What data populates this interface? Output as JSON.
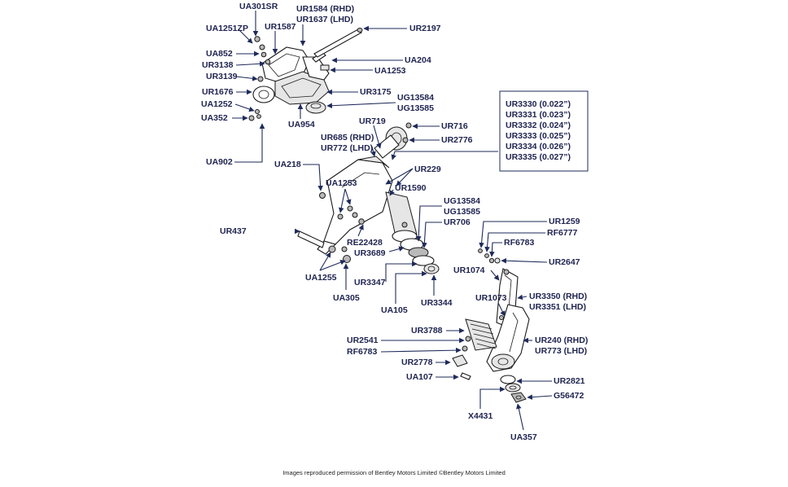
{
  "labels": {
    "UA301SR": "UA301SR",
    "UR1584": "UR1584 (RHD)",
    "UR1637": "UR1637 (LHD)",
    "UA1251ZP": "UA1251ZP",
    "UR1587": "UR1587",
    "UR2197": "UR2197",
    "UA852": "UA852",
    "UR3138": "UR3138",
    "UA204": "UA204",
    "UA1253_top": "UA1253",
    "UR3139": "UR3139",
    "UR1676": "UR1676",
    "UR3175": "UR3175",
    "UA1252": "UA1252",
    "UG13584_top": "UG13584",
    "UG13585_top": "UG13585",
    "UA352": "UA352",
    "UA954": "UA954",
    "UR719": "UR719",
    "UR716": "UR716",
    "UR685": "UR685 (RHD)",
    "UR772": "UR772 (LHD)",
    "UR2776": "UR2776",
    "UA902": "UA902",
    "UA218": "UA218",
    "UR229": "UR229",
    "UA1253_mid": "UA1253",
    "UR1590": "UR1590",
    "UG13584_mid": "UG13584",
    "UG13585_mid": "UG13585",
    "UR706": "UR706",
    "UR1259": "UR1259",
    "UR437": "UR437",
    "RF6777": "RF6777",
    "RE22428": "RE22428",
    "RF6783_top": "RF6783",
    "UR3689": "UR3689",
    "UR2647": "UR2647",
    "UR1074": "UR1074",
    "UA1255": "UA1255",
    "UR3347": "UR3347",
    "UR1073": "UR1073",
    "UR3350": "UR3350 (RHD)",
    "UR3351": "UR3351 (LHD)",
    "UA305": "UA305",
    "UA105": "UA105",
    "UR3344": "UR3344",
    "UR3788": "UR3788",
    "UR2541": "UR2541",
    "UR240": "UR240 (RHD)",
    "UR773": "UR773 (LHD)",
    "RF6783_bot": "RF6783",
    "UR2778": "UR2778",
    "UA107": "UA107",
    "UR2821": "UR2821",
    "G56472": "G56472",
    "X4431": "X4431",
    "UA357": "UA357"
  },
  "spec_box": {
    "lines": [
      "UR3330 (0.022”)",
      "UR3331 (0.023”)",
      "UR3332 (0.024”)",
      "UR3333 (0.025”)",
      "UR3334 (0.026”)",
      "UR3335 (0.027”)"
    ]
  },
  "footer": {
    "credit": "Images reproduced permission of Bentley Motors Limited ©Bentley Motors Limited"
  },
  "colors": {
    "label": "#1e2350",
    "leader": "#1e2a5a",
    "outline": "#1a1a1a"
  }
}
